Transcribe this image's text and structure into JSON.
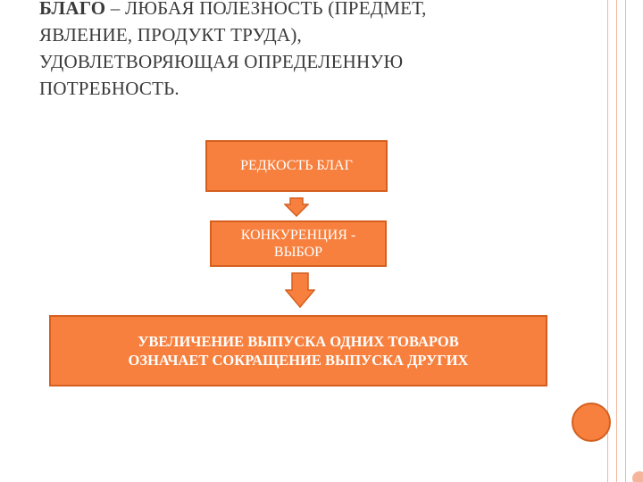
{
  "definition": {
    "term": "БЛАГО",
    "line1_rest": " – ЛЮБАЯ ПОЛЕЗНОСТЬ (ПРЕДМЕТ,",
    "line2": "ЯВЛЕНИЕ, ПРОДУКТ ТРУДА),",
    "line3": "УДОВЛЕТВОРЯЮЩАЯ ОПРЕДЕЛЕННУЮ",
    "line4": "ПОТРЕБНОСТЬ."
  },
  "diagram": {
    "box1": "РЕДКОСТЬ БЛАГ",
    "box2": "КОНКУРЕНЦИЯ - ВЫБОР",
    "box3_line1": "УВЕЛИЧЕНИЕ ВЫПУСКА ОДНИХ ТОВАРОВ",
    "box3_line2": "ОЗНАЧАЕТ СОКРАЩЕНИЕ ВЫПУСКА ДРУГИХ"
  },
  "colors": {
    "box_fill": "#f7803e",
    "box_border": "#d45f1f",
    "frame_lines": "#f4b59c",
    "text": "#3a3a3a"
  }
}
